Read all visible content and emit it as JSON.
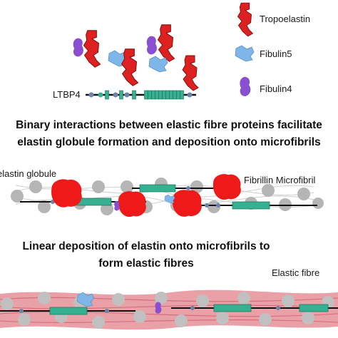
{
  "legend": {
    "tropoelastin": "Tropoelastin",
    "fibulin5": "Fibulin5",
    "fibulin4": "Fibulin4"
  },
  "panel1": {
    "molecule_label": "LTBP4"
  },
  "headings": {
    "binary_line1": "Binary interactions between elastic fibre proteins facilitate",
    "binary_line2": "elastin globule formation and deposition onto microfibrils",
    "linear_line1": "Linear deposition of elastin onto microfibrils to",
    "linear_line2": "form elastic fibres"
  },
  "panel2": {
    "globule_label": "elastin globule",
    "microfibril_label": "Fibrillin Microfibril"
  },
  "panel3": {
    "fibre_label": "Elastic fibre"
  },
  "colors": {
    "tropoelastin": "#dd2020",
    "fibulin5": "#7fb6e8",
    "fibulin4": "#8a4fd0",
    "ltbp4_domain": "#35b090",
    "microfibril_bead": "#b5b5b5",
    "elastin_globule": "#ee1a1a",
    "elastic_fibre": "#e9a0a6"
  }
}
